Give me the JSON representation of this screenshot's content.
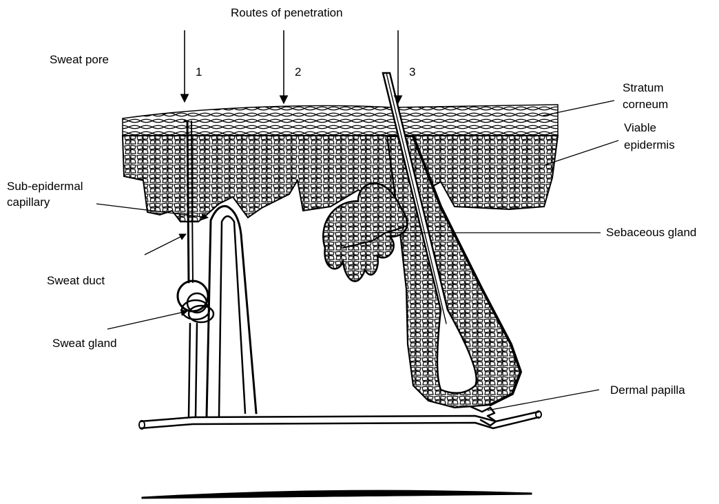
{
  "title": "Routes of  penetration",
  "routes": [
    "1",
    "2",
    "3"
  ],
  "labels": {
    "sweat_pore": "Sweat pore",
    "stratum_corneum": [
      "Stratum",
      "corneum"
    ],
    "viable_epidermis": [
      "Viable",
      "epidermis"
    ],
    "sub_epidermal_capillary": [
      "Sub-epidermal",
      "capillary"
    ],
    "sebaceous_gland": "Sebaceous gland",
    "sweat_duct": "Sweat duct",
    "sweat_gland": "Sweat gland",
    "dermal_papilla": "Dermal papilla"
  }
}
